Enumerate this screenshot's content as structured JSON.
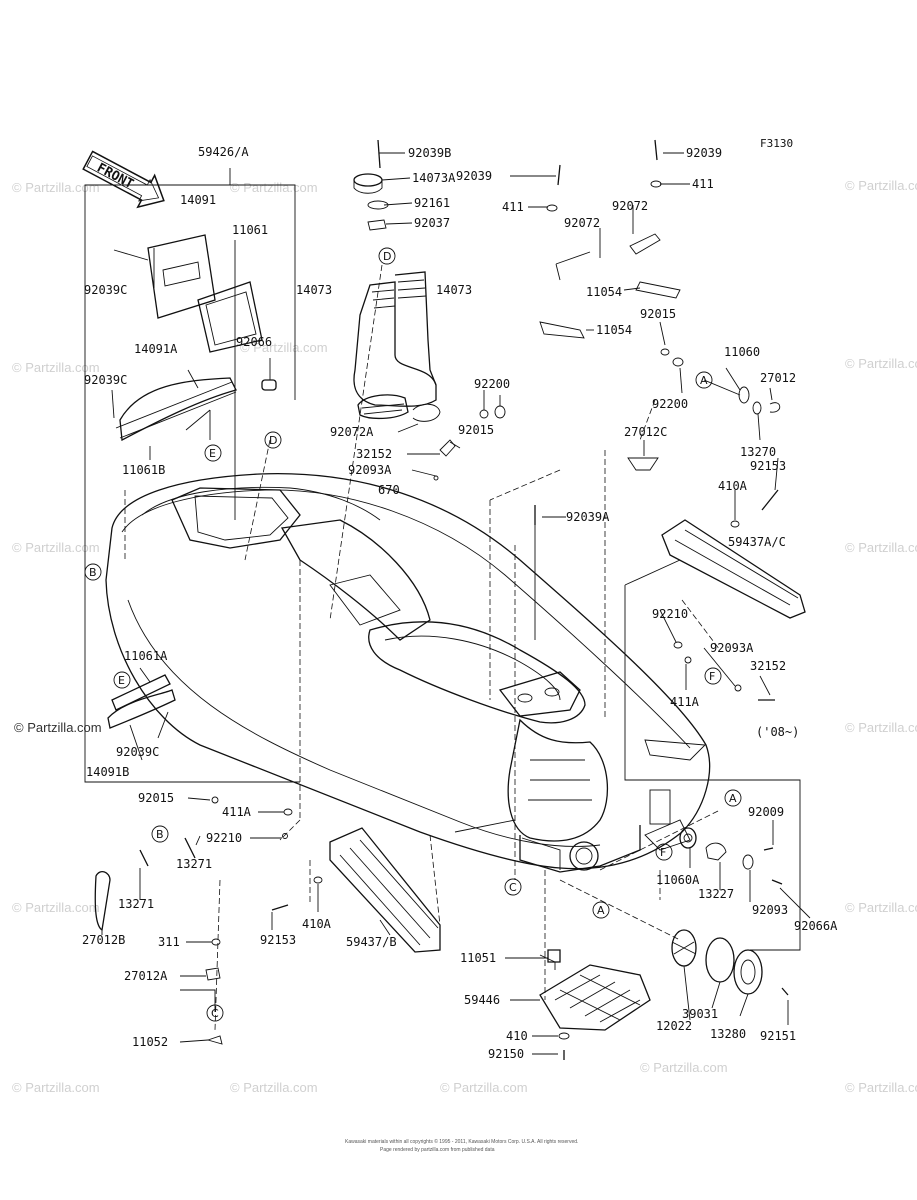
{
  "figure_code": "F3130",
  "front_label": "FRONT",
  "watermark": "© Partzilla.com",
  "copyright_line1": "Kawasaki materials within all copyrights © 1995 - 2011, Kawasaki Motors Corp. U.S.A. All rights reserved.",
  "copyright_line2": "Page rendered by partzilla.com from published data",
  "year_note": "('08~)",
  "refs": [
    "A",
    "B",
    "C",
    "D",
    "E",
    "F"
  ],
  "parts": [
    "59426/A",
    "92039B",
    "14073A",
    "92161",
    "92037",
    "92039",
    "411",
    "92072",
    "11054",
    "14091",
    "11061",
    "92039C",
    "14073",
    "92066",
    "14091A",
    "11061B",
    "92072A",
    "32152",
    "92093A",
    "670",
    "92015",
    "92200",
    "92039A",
    "11060",
    "27012",
    "13270",
    "27012C",
    "92153",
    "410A",
    "59437A/C",
    "92210",
    "411A",
    "11061A",
    "14091B",
    "13271",
    "27012B",
    "311",
    "27012A",
    "11052",
    "59437/B",
    "11051",
    "59446",
    "410",
    "92150",
    "12022",
    "39031",
    "13280",
    "92151",
    "92009",
    "11060A",
    "13227",
    "92093",
    "92066A"
  ]
}
